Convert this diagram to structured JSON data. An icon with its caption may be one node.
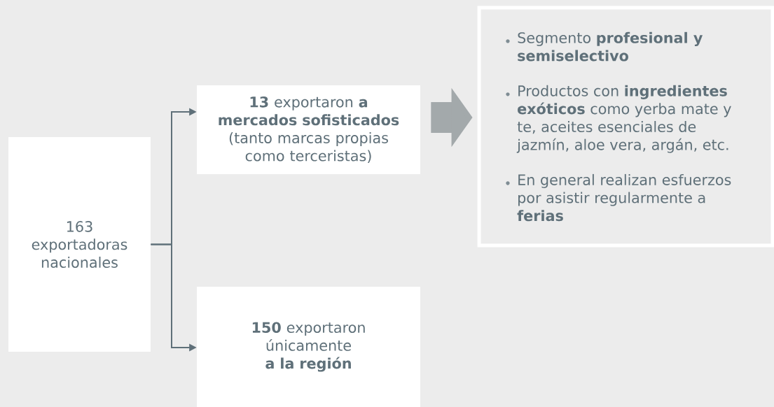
{
  "diagram": {
    "nodes": [
      {
        "text": [
          "163 exportadoras nacionales"
        ]
      },
      {
        "text": [
          "**13** exportaron **a mercados sofisticados** (tanto marcas propias como terceristas)"
        ]
      },
      {
        "text": [
          "**150** exportaron únicamente **a la región**"
        ]
      },
      {
        "text": [
          "Segmento **profesional y semiselectivo**",
          "Productos con **ingredientes exóticos** como yerba mate y te, aceites esenciales de jazmín, aloe vera, argán, etc.",
          "En general realizan esfuerzos por asistir regularmente a **ferias**"
        ]
      }
    ],
    "edges": [
      {
        "from": 0,
        "to": 1,
        "arrow": "to"
      },
      {
        "from": 0,
        "to": 2,
        "arrow": "to"
      },
      {
        "from": 1,
        "to": 3,
        "arrow": "to",
        "style": "thick",
        "color": "#a3a9ab"
      }
    ]
  }
}
